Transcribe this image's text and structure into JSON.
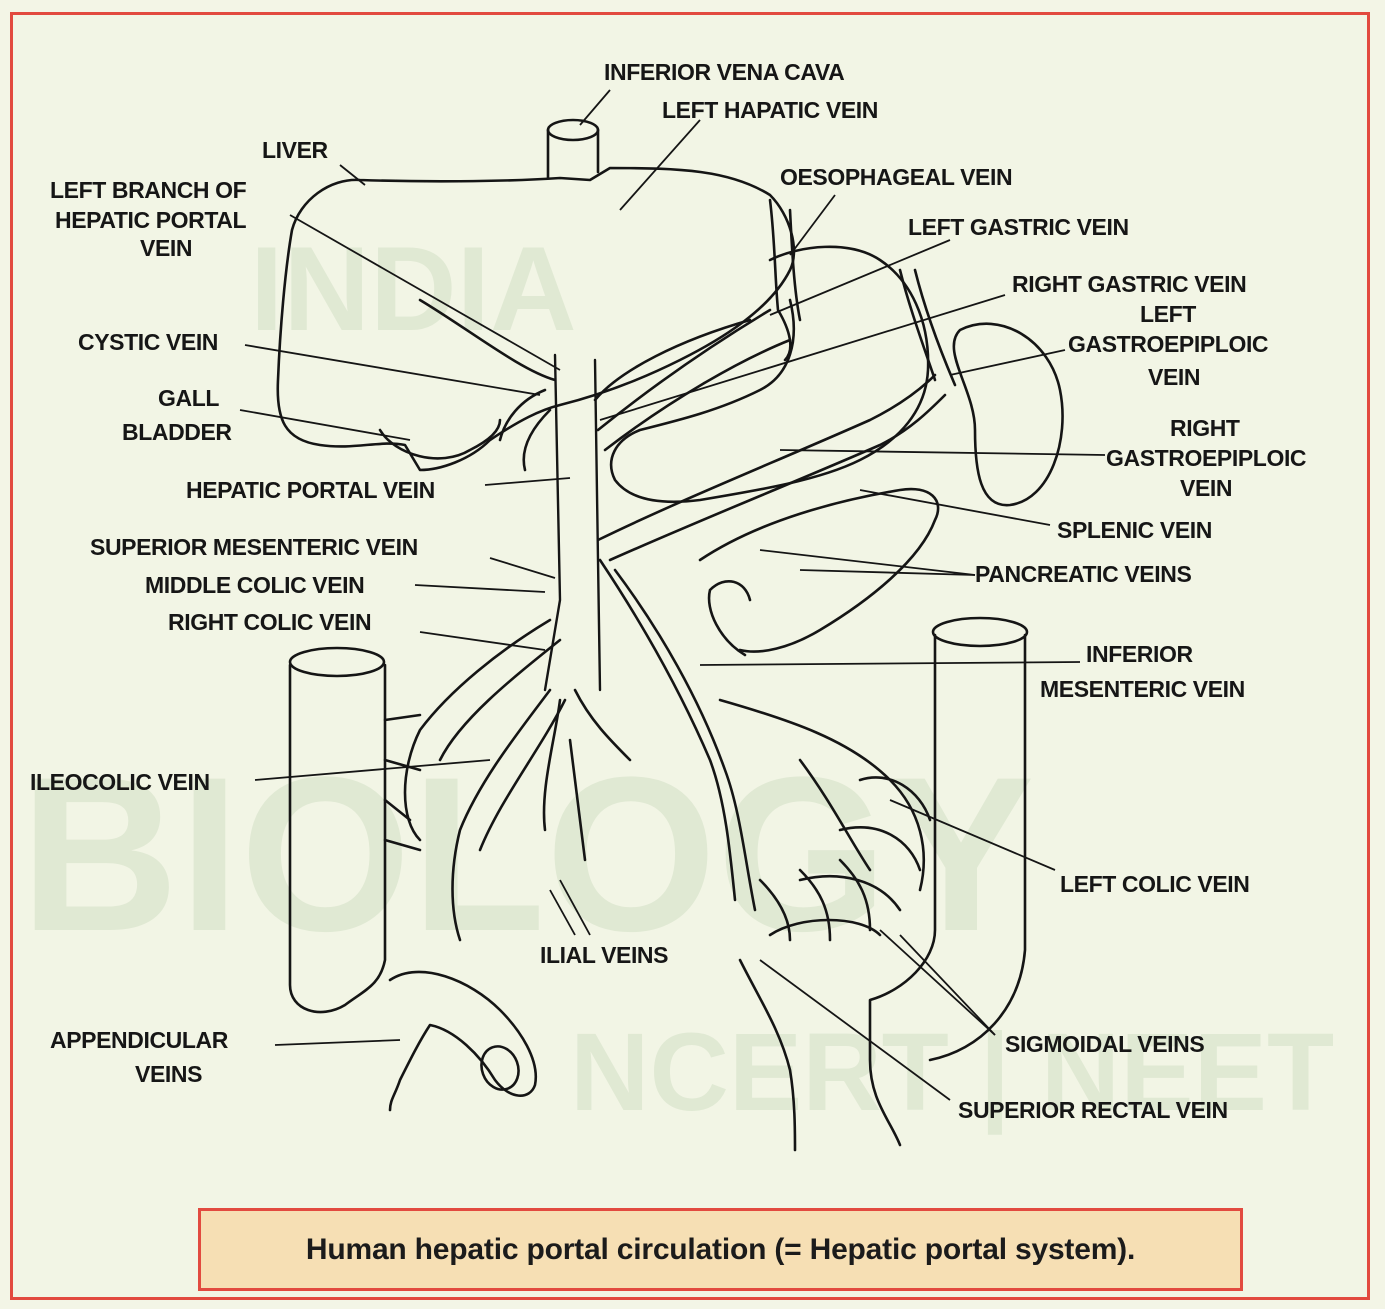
{
  "diagram": {
    "labels": {
      "inferior_vena_cava": "INFERIOR VENA CAVA",
      "left_hepatic_vein": "LEFT HAPATIC VEIN",
      "liver": "LIVER",
      "left_branch_1": "LEFT BRANCH OF",
      "left_branch_2": "HEPATIC PORTAL",
      "left_branch_3": "VEIN",
      "oesophageal_vein": "OESOPHAGEAL VEIN",
      "left_gastric_vein": "LEFT GASTRIC VEIN",
      "right_gastric_vein": "RIGHT GASTRIC VEIN",
      "left_gastroepiploic_1": "LEFT",
      "left_gastroepiploic_2": "GASTROEPIPLOIC",
      "left_gastroepiploic_3": "VEIN",
      "cystic_vein": "CYSTIC VEIN",
      "gall_bladder_1": "GALL",
      "gall_bladder_2": "BLADDER",
      "right_gastroepiploic_1": "RIGHT",
      "right_gastroepiploic_2": "GASTROEPIPLOIC",
      "right_gastroepiploic_3": "VEIN",
      "hepatic_portal_vein": "HEPATIC PORTAL VEIN",
      "splenic_vein": "SPLENIC VEIN",
      "superior_mesenteric_vein": "SUPERIOR MESENTERIC VEIN",
      "pancreatic_veins": "PANCREATIC VEINS",
      "middle_colic_vein": "MIDDLE COLIC VEIN",
      "right_colic_vein": "RIGHT COLIC VEIN",
      "inferior_mesenteric_1": "INFERIOR",
      "inferior_mesenteric_2": "MESENTERIC VEIN",
      "ileocolic_vein": "ILEOCOLIC VEIN",
      "left_colic_vein": "LEFT COLIC VEIN",
      "ilial_veins": "ILIAL VEINS",
      "sigmoidal_veins": "SIGMOIDAL VEINS",
      "appendicular_1": "APPENDICULAR",
      "appendicular_2": "VEINS",
      "superior_rectal_vein": "SUPERIOR RECTAL VEIN"
    },
    "caption": "Human hepatic portal circulation (= Hepatic portal system)."
  },
  "colors": {
    "border": "#e24a3f",
    "caption_bg": "#f6dfb4",
    "page_bg": "#f2f5e5",
    "ink": "#161616"
  }
}
